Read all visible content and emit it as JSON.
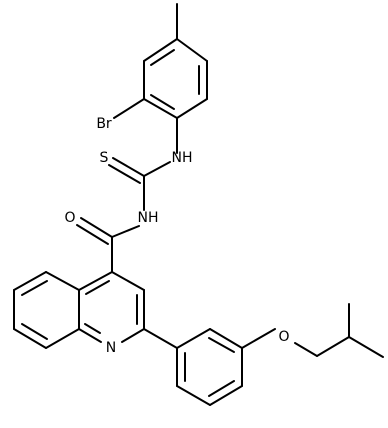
{
  "molecule": {
    "bond_color": "#000000",
    "background_color": "#ffffff",
    "atoms": {
      "bromine": "Br",
      "thio_sulfur": "S",
      "amine_nh_upper": "NH",
      "amine_nh_lower": "NH",
      "carbonyl_oxygen": "O",
      "quinoline_nitrogen": "N",
      "ether_oxygen": "O"
    }
  }
}
